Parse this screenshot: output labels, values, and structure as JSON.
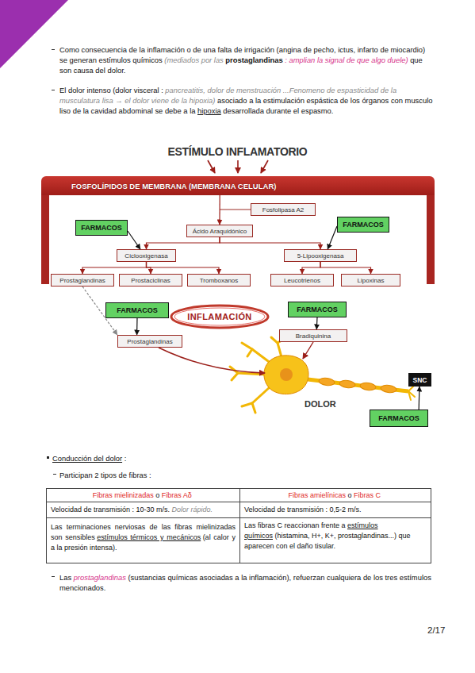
{
  "diagram": {
    "title": "ESTÍMULO INFLAMATORIO",
    "nodes": [
      {
        "text": [
          "FOSFOLÍPIDOS DE MEMBRANA (MEMBRANA CELULAR)"
        ]
      },
      {
        "text": [
          "Fosfolipasa A2"
        ]
      },
      {
        "text": [
          "Ácido Araquidónico"
        ]
      },
      {
        "text": [
          "FARMACOS"
        ]
      },
      {
        "text": [
          "FARMACOS"
        ]
      },
      {
        "text": [
          "Ciclooxigenasa"
        ]
      },
      {
        "text": [
          "5-Lipooxigenasa"
        ]
      },
      {
        "text": [
          "Prostaglandinas"
        ]
      },
      {
        "text": [
          "Prostaciclinas"
        ]
      },
      {
        "text": [
          "Tromboxanos"
        ]
      },
      {
        "text": [
          "Leucotrienos"
        ]
      },
      {
        "text": [
          "Lipoxinas"
        ]
      },
      {
        "text": [
          "FARMACOS"
        ]
      },
      {
        "text": [
          "INFLAMACIÓN"
        ]
      },
      {
        "text": [
          "FARMACOS"
        ]
      },
      {
        "text": [
          "Prostaglandinas"
        ]
      },
      {
        "text": [
          "Bradiquinina"
        ]
      },
      {
        "text": [
          "SNC"
        ]
      },
      {
        "text": [
          "FARMACOS"
        ]
      }
    ],
    "edges": [
      {
        "from": 0,
        "to": 2,
        "arrow": "to"
      },
      {
        "from": 2,
        "to": 5,
        "arrow": "to"
      },
      {
        "from": 2,
        "to": 6,
        "arrow": "to"
      },
      {
        "from": 3,
        "to": 5,
        "arrow": "to"
      },
      {
        "from": 4,
        "to": 6,
        "arrow": "to"
      },
      {
        "from": 5,
        "to": 7,
        "arrow": "to"
      },
      {
        "from": 5,
        "to": 8,
        "arrow": "to"
      },
      {
        "from": 5,
        "to": 9,
        "arrow": "to"
      },
      {
        "from": 6,
        "to": 10,
        "arrow": "to"
      },
      {
        "from": 6,
        "to": 11,
        "arrow": "to"
      },
      {
        "from": 7,
        "to": 15,
        "arrow": "to"
      },
      {
        "from": 12,
        "to": 15,
        "arrow": "to"
      },
      {
        "from": 14,
        "to": 16,
        "arrow": "to"
      },
      {
        "from": 18,
        "to": 17,
        "arrow": "to"
      }
    ],
    "labels": [
      "Como consecuencia de la inflamación o de una falta de irrigación (angina de pecho, ictus, infarto de miocardio) se generan estímulos químicos",
      "(mediados por las",
      "prostaglandinas",
      ": amplian la signal de que algo duele)",
      "que son causa del dolor.",
      "El dolor intenso (dolor visceral :",
      "pancreatitis, dolor de menstruación ...Fenomeno de espasticidad de la musculatura lisa → el dolor viene de la hipoxia)",
      "asociado a la estimulación espástica de los órganos con musculo liso de la cavidad abdominal se debe a la",
      "hipoxia",
      "desarrollada durante el espasmo.",
      "DOLOR",
      "Conducción del dolor",
      ":",
      "Participan 2 tipos de fibras :",
      "Fibras mielinizadas",
      "o",
      "Fibras Aδ",
      "Fibras amielínicas",
      "o",
      "Fibras C",
      "Velocidad de transmisión : 10-30 m/s.",
      "Dolor rápido.",
      "Velocidad de transmisión : 0,5-2 m/s.",
      "Las terminaciones nerviosas de las fibras mielinizadas son sensibles",
      "estímulos térmicos y mecánicos",
      "(al calor y a la presión intensa).",
      "Las fibras C reaccionan frente a",
      "estímulos químicos",
      "(histamina, H+, K+, prostaglandinas...) que aparecen con el daño tisular.",
      "Las",
      "prostaglandinas",
      "(sustancias químicas asociadas a la inflamación), refuerzan cualquiera de los tres estímulos mencionados.",
      "2/17"
    ]
  }
}
